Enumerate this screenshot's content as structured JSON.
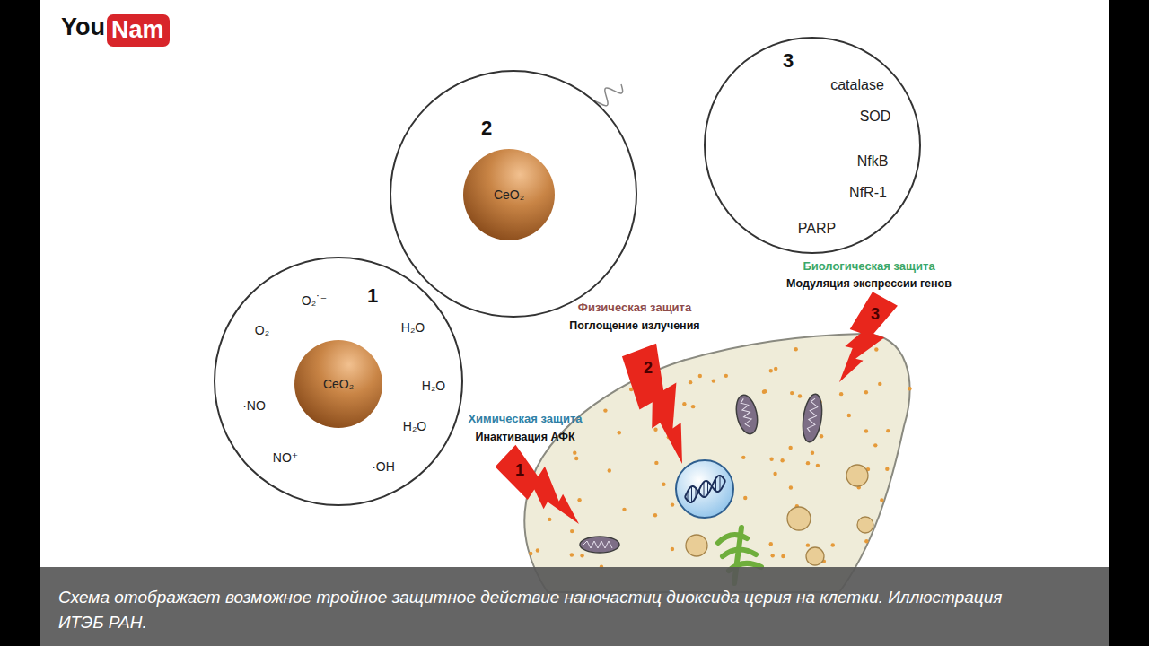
{
  "diagram": {
    "caption": "Схема отображает возможное тройное защитное действие наночастиц диоксида церия на клетки. Иллюстрация ИТЭБ РАН.",
    "nodes": [
      {
        "text": [
          "1",
          "O₂˙⁻",
          "O₂",
          "H₂O",
          "H₂O",
          "H₂O",
          "·NO",
          "NO⁺",
          "·OH"
        ]
      },
      {
        "text": [
          "CeO₂"
        ],
        "in": 0
      },
      {
        "text": [
          "2"
        ]
      },
      {
        "text": [
          "CeO₂"
        ],
        "in": 2
      },
      {
        "text": [
          "3",
          "catalase",
          "SOD",
          "NfkB",
          "NfR-1",
          "PARP"
        ]
      }
    ],
    "labels": [
      "You",
      "Nam",
      "Физическая защита",
      "Поглощение излучения",
      "Биологическая защита",
      "Модуляция экспрессии генов",
      "Химическая защита",
      "Инактивация АФК",
      "1",
      "2",
      "3"
    ]
  }
}
